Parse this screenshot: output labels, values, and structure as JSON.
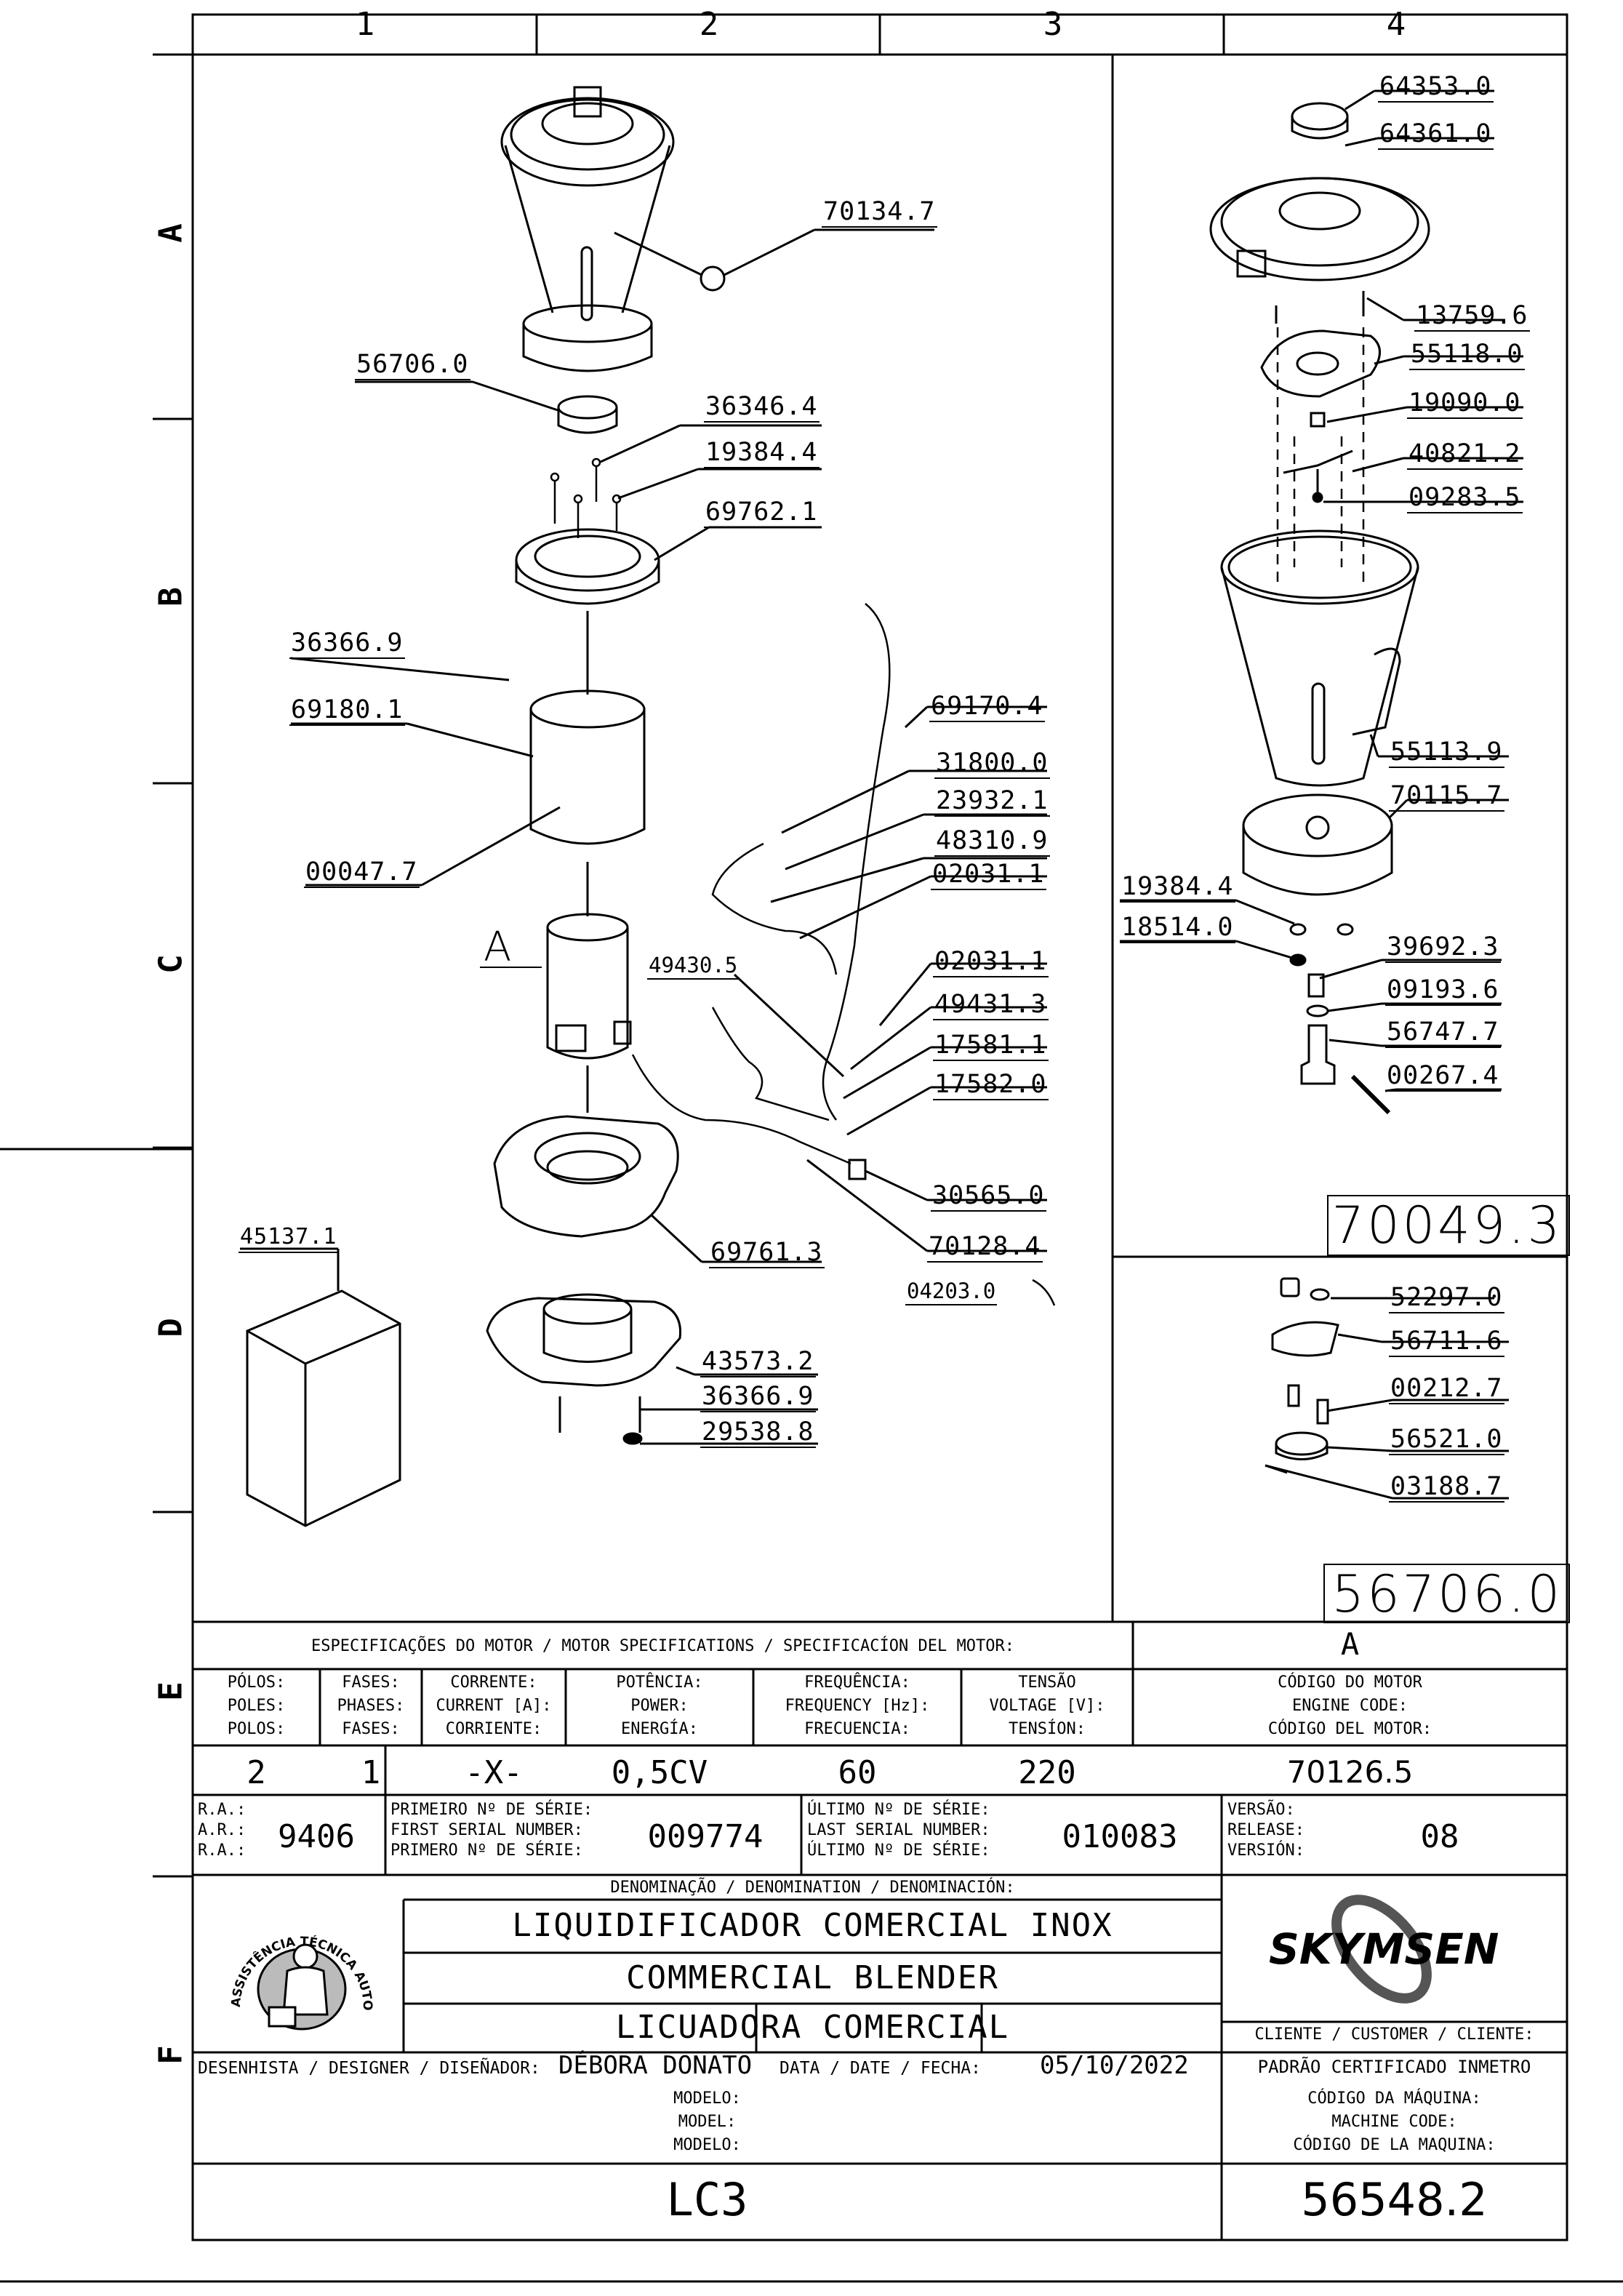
{
  "grid": {
    "columns": [
      "1",
      "2",
      "3",
      "4"
    ],
    "rows": [
      "A",
      "B",
      "C",
      "D",
      "E",
      "F"
    ]
  },
  "reference_boxes": {
    "assembly_top": "70049.3",
    "assembly_bottom": "56706.0"
  },
  "detail_label": "A",
  "parts_main": {
    "p70134_7": "70134.7",
    "p56706_0": "56706.0",
    "p36346_4": "36346.4",
    "p19384_4": "19384.4",
    "p69762_1": "69762.1",
    "p36366_9": "36366.9",
    "p69180_1": "69180.1",
    "p00047_7": "00047.7",
    "p69170_4": "69170.4",
    "p31800_0": "31800.0",
    "p23932_1": "23932.1",
    "p48310_9": "48310.9",
    "p02031_1a": "02031.1",
    "p49430_5": "49430.5",
    "p02031_1b": "02031.1",
    "p49431_3": "49431.3",
    "p17581_1": "17581.1",
    "p17582_0": "17582.0",
    "p30565_0": "30565.0",
    "p70128_4": "70128.4",
    "p04203_0": "04203.0",
    "p45137_1": "45137.1",
    "p69761_3": "69761.3",
    "p43573_2": "43573.2",
    "p36366_9b": "36366.9",
    "p29538_8": "29538.8"
  },
  "parts_right": {
    "p64353_0": "64353.0",
    "p64361_0": "64361.0",
    "p13759_6": "13759.6",
    "p55118_0": "55118.0",
    "p19090_0": "19090.0",
    "p40821_2": "40821.2",
    "p09283_5": "09283.5",
    "p55113_9": "55113.9",
    "p70115_7": "70115.7",
    "p19384_4": "19384.4",
    "p18514_0": "18514.0",
    "p39692_3": "39692.3",
    "p09193_6": "09193.6",
    "p56747_7": "56747.7",
    "p00267_4": "00267.4"
  },
  "parts_sub": {
    "p52297_0": "52297.0",
    "p56711_6": "56711.6",
    "p00212_7": "00212.7",
    "p56521_0": "56521.0",
    "p03188_7": "03188.7"
  },
  "motor_specs": {
    "heading": "ESPECIFICAÇÕES DO MOTOR / MOTOR SPECIFICATIONS / SPECIFICACÍON DEL MOTOR:",
    "detail": "A",
    "columns": [
      {
        "label": "PÓLOS:\nPOLES:\nPOLOS:",
        "value": "2"
      },
      {
        "label": "FASES:\nPHASES:\nFASES:",
        "value": "1"
      },
      {
        "label": "CORRENTE:\nCURRENT [A]:\nCORRIENTE:",
        "value": "-X-"
      },
      {
        "label": "POTÊNCIA:\nPOWER:\nENERGÍA:",
        "value": "0,5CV"
      },
      {
        "label": "FREQUÊNCIA:\nFREQUENCY [Hz]:\nFRECUENCIA:",
        "value": "60"
      },
      {
        "label": "TENSÃO\nVOLTAGE [V]:\nTENSÍON:",
        "value": "220"
      },
      {
        "label": "CÓDIGO DO MOTOR\nENGINE CODE:\nCÓDIGO DEL MOTOR:",
        "value": "70126.5"
      }
    ]
  },
  "serial": {
    "ra_label": "R.A.:\nA.R.:\nR.A.:",
    "ra_value": "9406",
    "first_label": "PRIMEIRO Nº DE SÉRIE:\nFIRST SERIAL NUMBER:\nPRIMERO Nº DE SÉRIE:",
    "first_value": "009774",
    "last_label": "ÚLTIMO Nº DE SÉRIE:\nLAST SERIAL NUMBER:\nÚLTIMO Nº DE SÉRIE:",
    "last_value": "010083",
    "version_label": "VERSÃO:\nRELEASE:\nVERSIÓN:",
    "version_value": "08"
  },
  "denomination": {
    "heading": "DENOMINAÇÃO / DENOMINATION / DENOMINACIÓN:",
    "pt": "LIQUIDIFICADOR COMERCIAL INOX",
    "en": "COMMERCIAL BLENDER",
    "es": "LICUADORA COMERCIAL"
  },
  "seal_text": "ASSISTÊNCIA TÉCNICA AUTORIZADA",
  "brand": "SKYMSEN",
  "client_label": "CLIENTE / CUSTOMER / CLIENTE:",
  "inmetro": "PADRÃO CERTIFICADO INMETRO",
  "designer": {
    "label": "DESENHISTA / DESIGNER / DISEÑADOR:",
    "value": "DÉBORA DONATO"
  },
  "date": {
    "label": "DATA / DATE / FECHA:",
    "value": "05/10/2022"
  },
  "model": {
    "label": "MODELO:\nMODEL:\nMODELO:",
    "value": "LC3"
  },
  "machine_code": {
    "label": "CÓDIGO DA MÁQUINA:\nMACHINE CODE:\nCÓDIGO DE LA MAQUINA:",
    "value": "56548.2"
  }
}
